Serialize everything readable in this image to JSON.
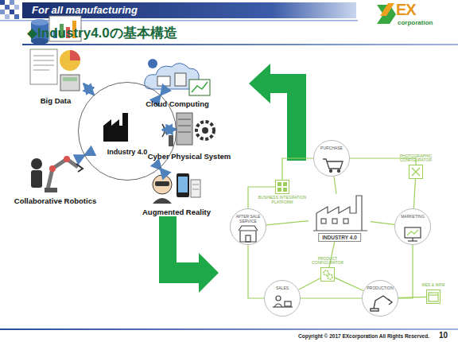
{
  "diagram": {
    "title": "◆Industry4.0の基本構造",
    "nodes": [
      {
        "text": [
          "Industry 4.0"
        ]
      },
      {
        "text": [
          "Big Data"
        ]
      },
      {
        "text": [
          "Cloud Computing"
        ]
      },
      {
        "text": [
          "Cyber Physical System"
        ]
      },
      {
        "text": [
          "Collaborative Robotics"
        ]
      },
      {
        "text": [
          "Augmented Reality"
        ]
      },
      {
        "text": [
          "PURCHASE"
        ]
      },
      {
        "text": [
          "BUSINESS INTEGRATION PLATFORM"
        ]
      },
      {
        "text": [
          "PHOTOGRAPHIC CONFIGURATOR"
        ]
      },
      {
        "text": [
          "AFTER SALE SERVICE"
        ]
      },
      {
        "text": [
          "INDUSTRY 4.0"
        ]
      },
      {
        "text": [
          "MARKETING"
        ]
      },
      {
        "text": [
          "PRODUCT CONFIGURATOR"
        ]
      },
      {
        "text": [
          "SALES"
        ]
      },
      {
        "text": [
          "PRODUCTION"
        ]
      },
      {
        "text": [
          "MES & WFM"
        ]
      }
    ],
    "edges": [
      {
        "from": 0,
        "to": 1,
        "arrow": "both"
      },
      {
        "from": 0,
        "to": 2,
        "arrow": "both"
      },
      {
        "from": 0,
        "to": 3,
        "arrow": "both"
      },
      {
        "from": 0,
        "to": 4,
        "arrow": "both"
      },
      {
        "from": 0,
        "to": 5,
        "arrow": "both"
      },
      {
        "from": 6,
        "to": 8,
        "arrow": "none"
      },
      {
        "from": 8,
        "to": 11,
        "arrow": "none"
      },
      {
        "from": 11,
        "to": 14,
        "arrow": "none"
      },
      {
        "from": 14,
        "to": 13,
        "arrow": "none"
      },
      {
        "from": 13,
        "to": 9,
        "arrow": "none"
      },
      {
        "from": 9,
        "to": 7,
        "arrow": "none"
      },
      {
        "from": 7,
        "to": 6,
        "arrow": "none"
      },
      {
        "from": 10,
        "to": 6,
        "arrow": "none"
      },
      {
        "from": 10,
        "to": 9,
        "arrow": "none"
      },
      {
        "from": 10,
        "to": 11,
        "arrow": "none"
      },
      {
        "from": 10,
        "to": 12,
        "arrow": "none"
      },
      {
        "from": 12,
        "to": 13,
        "arrow": "none"
      },
      {
        "from": 12,
        "to": 14,
        "arrow": "none"
      },
      {
        "from": 14,
        "to": 15,
        "arrow": "none"
      }
    ],
    "labels": [
      "For all manufacturing",
      "EX",
      "corporation",
      "Copyright © 2017 EXcorporation All Rights Reserved.",
      "10"
    ]
  }
}
